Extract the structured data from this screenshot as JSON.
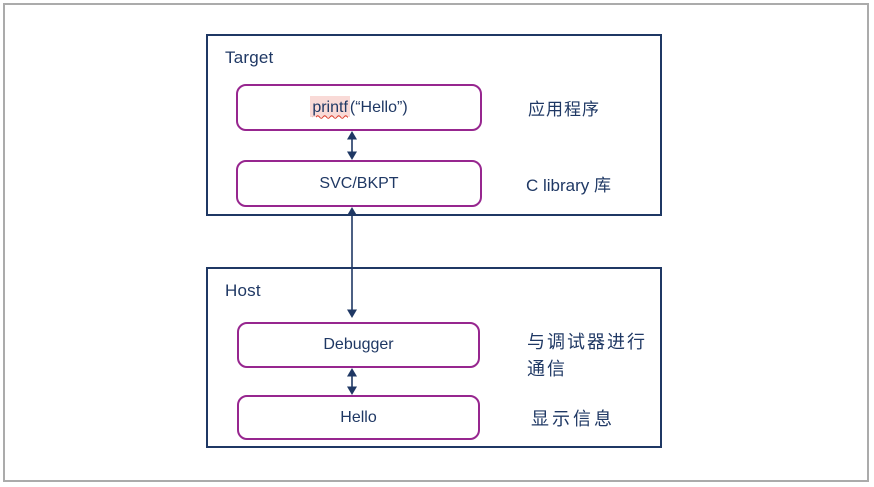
{
  "colors": {
    "navy": "#1F3864",
    "purple_node_border": "#97268F",
    "highlight_pink": "#F9DAD7",
    "squiggle_red": "#DD3C2A",
    "frame_gray": "#ABABAB"
  },
  "target": {
    "title": "Target",
    "app_box": {
      "highlighted": "printf",
      "rest": "(“Hello”)"
    },
    "app_label": "应用程序",
    "svc_box": {
      "label": "SVC/BKPT"
    },
    "svc_label": "C library 库"
  },
  "host": {
    "title": "Host",
    "debugger_box": {
      "label": "Debugger"
    },
    "debugger_label": "与调试器进行\n通信",
    "hello_box": {
      "label": "Hello"
    },
    "hello_label": "显示信息"
  }
}
